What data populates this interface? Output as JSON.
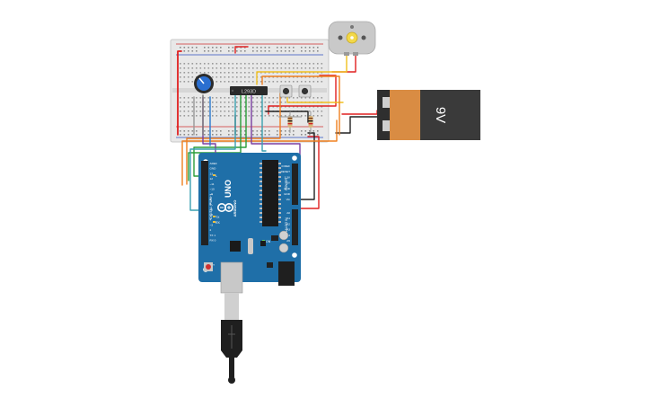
{
  "battery": {
    "label": "9V",
    "minus": "-",
    "plus": "+"
  },
  "chip": {
    "label": "L293D"
  },
  "arduino": {
    "model": "UNO",
    "brand": "ARDUINO",
    "digital_header": "DIGITAL (PWM~)",
    "analog_header": "ANALOG IN",
    "power_header": "POWER",
    "power_pins": [
      "IOREF",
      "RESET",
      "3.3V",
      "5V",
      "GND",
      "GND",
      "Vin"
    ],
    "analog_pins": [
      "A0",
      "A1",
      "A2",
      "A3",
      "A4",
      "A5"
    ],
    "digital_pins": [
      "AREF",
      "GND",
      "13",
      "12",
      "~11",
      "~10",
      "~9",
      "8",
      "7",
      "~6",
      "~5",
      "4",
      "~3",
      "2",
      "TX 1",
      "RX 0"
    ],
    "tx_label": "TX",
    "rx_label": "RX",
    "l_label": "L",
    "on_label": "ON",
    "reset_label": "RESET"
  },
  "colors": {
    "board_blue": "#1f6fa8",
    "battery_orange": "#d98c43",
    "battery_dark": "#3a3a3a",
    "breadboard": "#e6e6e6",
    "wire_red": "#e02020",
    "wire_orange": "#f08020",
    "wire_yellow": "#f0c020",
    "wire_green": "#2a9d3a",
    "wire_purple": "#7a3fa0",
    "wire_blue": "#2a7ad0",
    "wire_black": "#222222",
    "wire_grey": "#999999",
    "wire_teal": "#3aa0b0"
  }
}
